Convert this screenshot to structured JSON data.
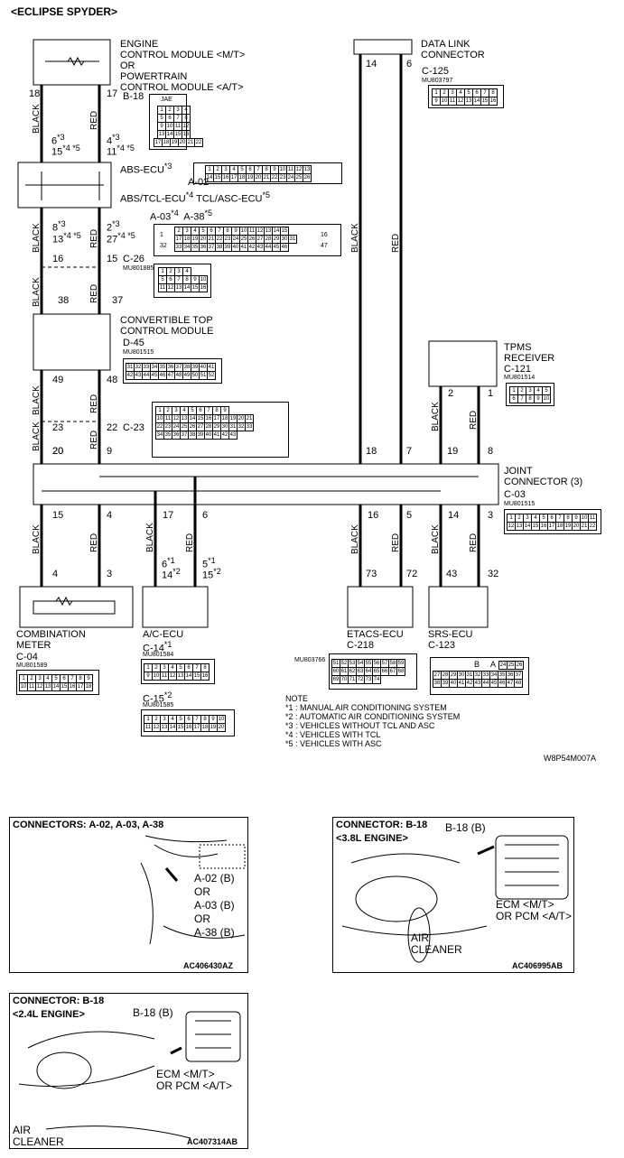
{
  "title": "<ECLIPSE SPYDER>",
  "ecm": {
    "l1": "ENGINE",
    "l2": "CONTROL MODULE <M/T>",
    "l3": "OR",
    "l4": "POWERTRAIN",
    "l5": "CONTROL MODULE <A/T>",
    "conn": "B-18",
    "pin_left": "18",
    "pin_right": "17",
    "jae": "JAE",
    "alt_l1": "6",
    "alt_l1s": "*3",
    "alt_l2": "15",
    "alt_l2s": "*4 *5",
    "alt_r1": "4",
    "alt_r1s": "*3",
    "alt_r2": "11",
    "alt_r2s": "*4 *5"
  },
  "abs": {
    "l1": "ABS-ECU",
    "l1s": "*3",
    "conn1": "A-02",
    "l2": "ABS/TCL-ECU",
    "l2s": "*4",
    "l3": "TCL/ASC-ECU",
    "l3s": "*5",
    "conn2": "A-03",
    "conn2s": "*4",
    "conn3": "A-38",
    "conn3s": "*5",
    "pin_l1": "8",
    "pin_l1s": "*3",
    "pin_l2": "13",
    "pin_l2s": "*4 *5",
    "pin_r1": "2",
    "pin_r1s": "*3",
    "pin_r2": "27",
    "pin_r2s": "*4 *5"
  },
  "c26": {
    "conn": "C-26",
    "part": "MU801885",
    "pin_left_top": "16",
    "pin_right_top": "15",
    "pin_left_bot": "38",
    "pin_right_bot": "37"
  },
  "conv": {
    "l1": "CONVERTIBLE TOP",
    "l2": "CONTROL MODULE",
    "conn": "D-45",
    "part": "MU801515",
    "pin_left": "49",
    "pin_right": "48"
  },
  "c23": {
    "conn": "C-23",
    "pin_left_top": "23",
    "pin_right_top": "22",
    "pin_left_bot": "20",
    "pin_right_bot": "9"
  },
  "dlc": {
    "l1": "DATA LINK",
    "l2": "CONNECTOR",
    "conn": "C-125",
    "part": "MU803797",
    "pin_left": "14",
    "pin_right": "6"
  },
  "tpms": {
    "l1": "TPMS",
    "l2": "RECEIVER",
    "conn": "C-121",
    "part": "MU801514",
    "pin_left": "2",
    "pin_right": "1"
  },
  "joint": {
    "l1": "JOINT",
    "l2": "CONNECTOR (3)",
    "conn": "C-03",
    "part": "MU801515",
    "top_pins": [
      "20",
      "9",
      "18",
      "7",
      "19",
      "8"
    ],
    "bot_pins": [
      "15",
      "4",
      "17",
      "6",
      "16",
      "5",
      "14",
      "3"
    ]
  },
  "meter": {
    "l1": "COMBINATION",
    "l2": "METER",
    "conn": "C-04",
    "part": "MU801589",
    "pin_left": "4",
    "pin_right": "3"
  },
  "ac": {
    "label": "A/C-ECU",
    "conn1": "C-14",
    "conn1s": "*1",
    "part1": "MU801584",
    "conn2": "C-15",
    "conn2s": "*2",
    "part2": "MU801585",
    "alt_l1": "6",
    "alt_l1s": "*1",
    "alt_l2": "14",
    "alt_l2s": "*2",
    "alt_r1": "5",
    "alt_r1s": "*1",
    "alt_r2": "15",
    "alt_r2s": "*2"
  },
  "etacs": {
    "label": "ETACS-ECU",
    "conn": "C-218",
    "part": "MU803766",
    "pin_left": "73",
    "pin_right": "72"
  },
  "srs": {
    "label": "SRS-ECU",
    "conn": "C-123",
    "pin_left": "43",
    "pin_right": "32",
    "pin_b": "B",
    "pin_a": "A"
  },
  "wire": {
    "black": "BLACK",
    "red": "RED"
  },
  "note": {
    "head": "NOTE",
    "n1": "*1 : MANUAL AIR CONDITIONING SYSTEM",
    "n2": "*2 : AUTOMATIC AIR CONDITIONING SYSTEM",
    "n3": "*3 : VEHICLES WITHOUT TCL AND ASC",
    "n4": "*4 : VEHICLES WITH TCL",
    "n5": "*5 : VEHICLES WITH ASC"
  },
  "fig_code": "W8P54M007A",
  "pic1": {
    "head": "CONNECTORS: A-02, A-03, A-38",
    "c1": "A-02 (B)",
    "or1": "OR",
    "c2": "A-03 (B)",
    "or2": "OR",
    "c3": "A-38 (B)",
    "code": "AC406430AZ"
  },
  "pic2": {
    "head": "CONNECTOR: B-18",
    "head2": "<3.8L ENGINE>",
    "conn": "B-18 (B)",
    "ecm1": "ECM <M/T>",
    "ecm2": "OR PCM <A/T>",
    "air1": "AIR",
    "air2": "CLEANER",
    "code": "AC406995AB"
  },
  "pic3": {
    "head": "CONNECTOR: B-18",
    "head2": "<2.4L ENGINE>",
    "conn": "B-18 (B)",
    "ecm1": "ECM <M/T>",
    "ecm2": "OR PCM <A/T>",
    "air1": "AIR",
    "air2": "CLEANER",
    "code": "AC407314AB"
  },
  "conn_pins": {
    "c125_r1": [
      "1",
      "2",
      "3",
      "4",
      "5",
      "6",
      "7",
      "8"
    ],
    "c125_r2": [
      "9",
      "10",
      "11",
      "12",
      "13",
      "14",
      "15",
      "16"
    ],
    "b18_r1": [
      "1",
      "2",
      "3",
      "4"
    ],
    "b18_r2": [
      "5",
      "6",
      "7",
      "8"
    ],
    "b18_r3": [
      "9",
      "10",
      "11",
      "12"
    ],
    "b18_r4": [
      "13",
      "14",
      "15",
      "16"
    ],
    "b18_r5": [
      "17",
      "18",
      "19",
      "20",
      "21",
      "22"
    ],
    "a02_r1": [
      "1",
      "2",
      "3",
      "4",
      "5",
      "6",
      "7",
      "8",
      "9",
      "10",
      "11",
      "12",
      "13"
    ],
    "a02_r2": [
      "14",
      "15",
      "16",
      "17",
      "18",
      "19",
      "20",
      "21",
      "22",
      "23",
      "24",
      "25",
      "26"
    ],
    "a03_r1": [
      "2",
      "3",
      "4",
      "5",
      "6",
      "7",
      "8",
      "9",
      "10",
      "11",
      "12",
      "13",
      "14",
      "15"
    ],
    "a03_r2": [
      "17",
      "18",
      "19",
      "20",
      "21",
      "22",
      "23",
      "24",
      "25",
      "26",
      "27",
      "28",
      "29",
      "30",
      "31"
    ],
    "a03_r3": [
      "33",
      "34",
      "35",
      "36",
      "37",
      "38",
      "39",
      "40",
      "41",
      "42",
      "43",
      "44",
      "45",
      "46"
    ],
    "a03_e1": "1",
    "a03_e2": "16",
    "a03_e3": "32",
    "a03_e4": "47",
    "c26_r1": [
      "1",
      "2",
      "3",
      "4"
    ],
    "c26_r2": [
      "5",
      "6",
      "7",
      "8",
      "9",
      "10"
    ],
    "c26_r3": [
      "11",
      "12",
      "13",
      "14",
      "15",
      "16"
    ],
    "d45_r1": [
      "31",
      "32",
      "33",
      "34",
      "35",
      "36",
      "37",
      "38",
      "39",
      "40",
      "41"
    ],
    "d45_r2": [
      "42",
      "43",
      "44",
      "45",
      "46",
      "47",
      "48",
      "49",
      "50",
      "51",
      "52"
    ],
    "c23_r1": [
      "1",
      "2",
      "3",
      "4",
      "5",
      "6",
      "7",
      "8",
      "9"
    ],
    "c23_r2": [
      "10",
      "11",
      "12",
      "13",
      "14",
      "15",
      "16",
      "17",
      "18",
      "19",
      "20",
      "21"
    ],
    "c23_r3": [
      "22",
      "23",
      "24",
      "25",
      "26",
      "27",
      "28",
      "29",
      "30",
      "31",
      "32",
      "33"
    ],
    "c23_r4": [
      "34",
      "35",
      "36",
      "37",
      "38",
      "39",
      "40",
      "41",
      "42",
      "43"
    ],
    "c121_r1": [
      "1",
      "2",
      "3",
      "4",
      "5"
    ],
    "c121_r2": [
      "6",
      "7",
      "8",
      "9",
      "10"
    ],
    "c03_r1": [
      "1",
      "2",
      "3",
      "4",
      "5",
      "6",
      "7",
      "8",
      "9",
      "10",
      "11"
    ],
    "c03_r2": [
      "12",
      "13",
      "14",
      "15",
      "16",
      "17",
      "18",
      "19",
      "20",
      "21",
      "22"
    ],
    "c04_r1": [
      "1",
      "2",
      "3",
      "4",
      "5",
      "6",
      "7",
      "8",
      "9"
    ],
    "c04_r2": [
      "10",
      "11",
      "12",
      "13",
      "14",
      "15",
      "16",
      "17",
      "18"
    ],
    "c14_r1": [
      "1",
      "2",
      "3",
      "4",
      "5",
      "6",
      "7",
      "8"
    ],
    "c14_r2": [
      "9",
      "10",
      "11",
      "12",
      "13",
      "14",
      "15",
      "16"
    ],
    "c15_r1": [
      "1",
      "2",
      "3",
      "4",
      "5",
      "6",
      "7",
      "8",
      "9",
      "10"
    ],
    "c15_r2": [
      "11",
      "12",
      "13",
      "14",
      "15",
      "16",
      "17",
      "18",
      "19",
      "20"
    ],
    "c218_r1": [
      "51",
      "52",
      "53",
      "54",
      "55",
      "56",
      "57",
      "58",
      "59"
    ],
    "c218_r2": [
      "60",
      "61",
      "62",
      "63",
      "64",
      "65",
      "66",
      "67",
      "68"
    ],
    "c218_r3": [
      "69",
      "70",
      "71",
      "72",
      "73",
      "74"
    ],
    "c123_r1": [
      "24",
      "25",
      "26"
    ],
    "c123_r2": [
      "27",
      "28",
      "29",
      "30",
      "31",
      "32",
      "33",
      "34",
      "35",
      "36",
      "37"
    ],
    "c123_r3": [
      "38",
      "39",
      "40",
      "41",
      "42",
      "43",
      "44",
      "45",
      "46",
      "47",
      "48"
    ]
  }
}
